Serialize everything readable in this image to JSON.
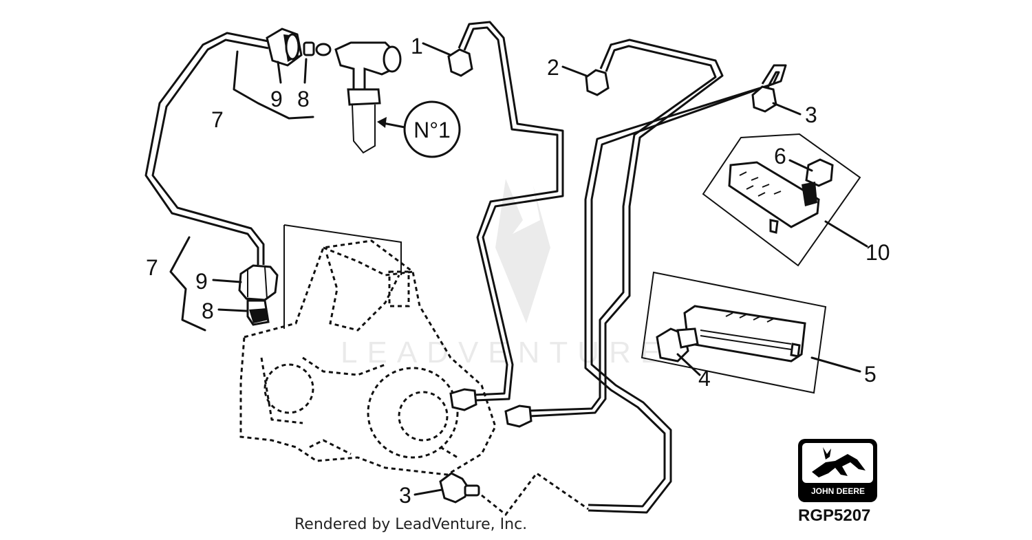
{
  "diagram": {
    "callouts": {
      "c1": "1",
      "c2": "2",
      "c3_top": "3",
      "c3_bottom": "3",
      "c4": "4",
      "c5": "5",
      "c6": "6",
      "c7_top": "7",
      "c7_left": "7",
      "c8_top": "8",
      "c8_left": "8",
      "c9_top": "9",
      "c9_left": "9",
      "c10": "10"
    },
    "cylinder_tag": "N°1",
    "credit": "Rendered by LeadVenture, Inc.",
    "figure_code": "RGP5207",
    "brand_logo_text": "JOHN DEERE",
    "watermark_text": "LEADVENTURE",
    "colors": {
      "ink": "#111111",
      "background": "#ffffff",
      "logo_fill": "#000000"
    }
  }
}
